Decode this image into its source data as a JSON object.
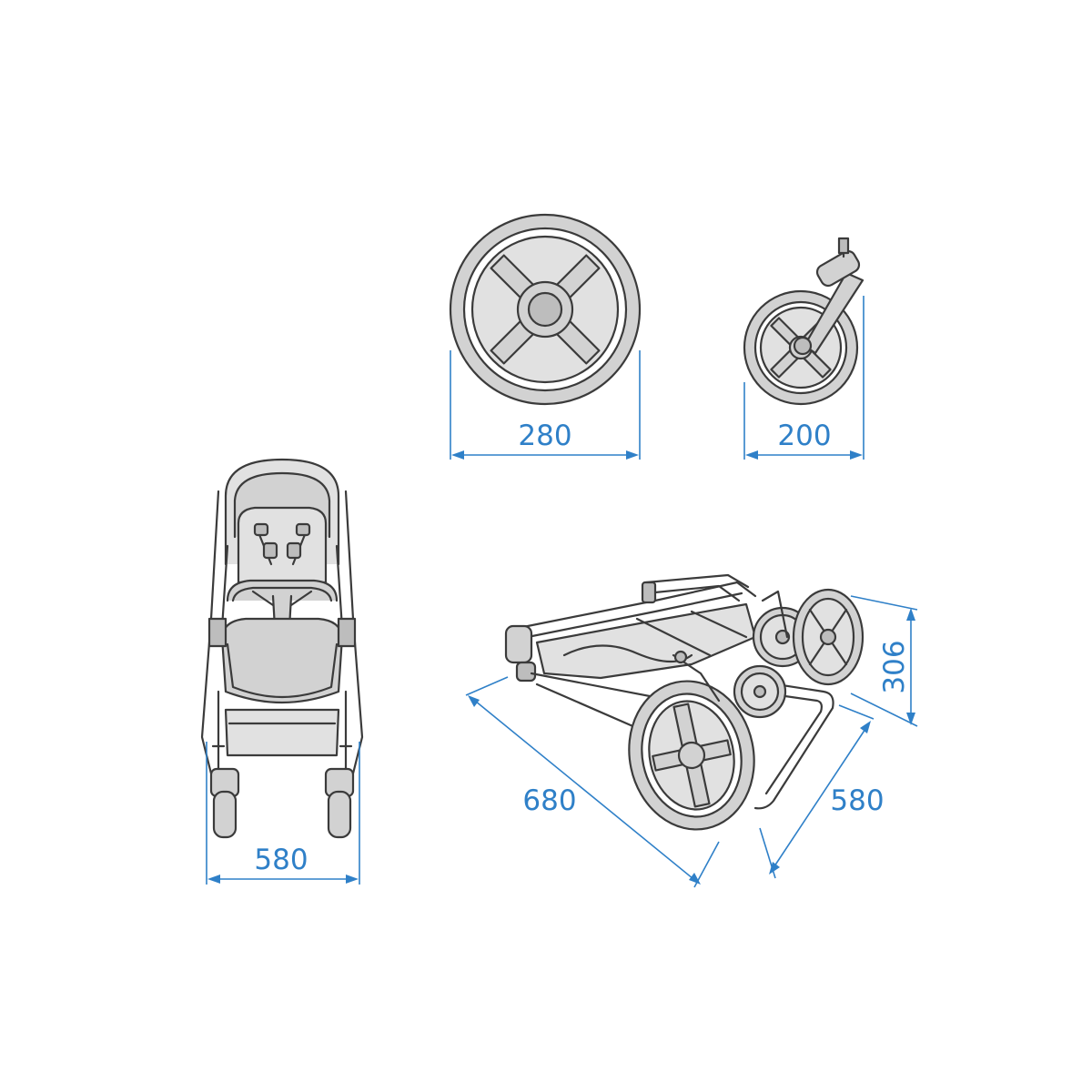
{
  "dimensions": {
    "rear_wheel_diameter": "280",
    "front_wheel_diameter": "200",
    "width_open": "580",
    "folded_length": "680",
    "folded_width": "580",
    "folded_height": "306"
  },
  "colors": {
    "dimension_blue": "#2f80c8",
    "outline": "#3b3b3b",
    "fill_grey": "#d2d2d2"
  }
}
